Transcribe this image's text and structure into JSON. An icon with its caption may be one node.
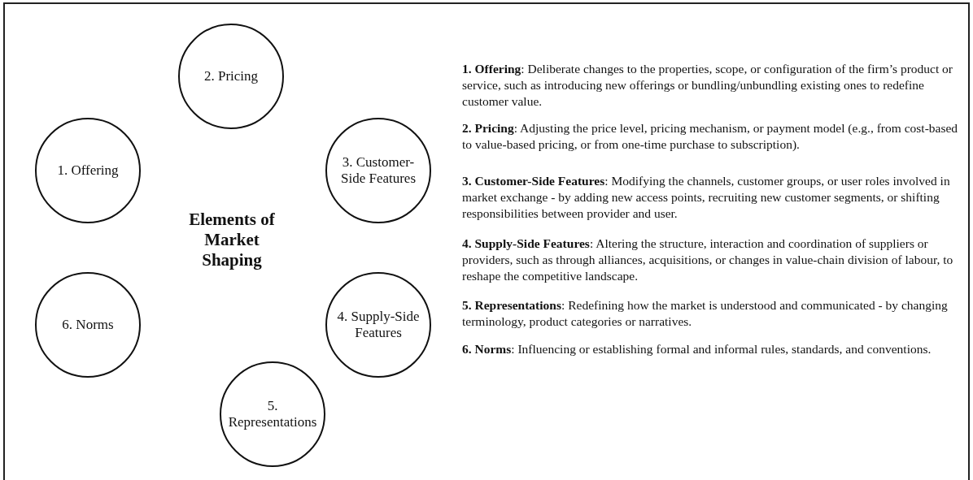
{
  "diagram": {
    "nodes": [
      {
        "text": [
          "1. Offering"
        ]
      },
      {
        "text": [
          "2. Pricing"
        ]
      },
      {
        "text": [
          "3. Customer-Side Features"
        ]
      },
      {
        "text": [
          "4. Supply-Side Features"
        ]
      },
      {
        "text": [
          "5. Representations"
        ]
      },
      {
        "text": [
          "6. Norms"
        ]
      }
    ],
    "edges": [],
    "labels": [
      "Elements of Market Shaping",
      "**1. Offering**: Deliberate changes to the properties, scope, or configuration of the firm’s product or service, such as introducing new offerings or bundling/unbundling existing ones to redefine customer value.",
      "**2. Pricing**: Adjusting the price level, pricing mechanism, or payment model (e.g., from cost-based to value-based pricing, or from one-time purchase to subscription).",
      "**3. Customer-Side Features**: Modifying the channels, customer groups, or user roles involved in market exchange - by adding new access points, recruiting new customer segments, or shifting responsibilities between provider and user.",
      "**4. Supply-Side Features**: Altering the structure, interaction and coordination of suppliers or providers, such as through alliances, acquisitions, or changes in value-chain division of labour, to reshape the competitive landscape.",
      "**5. Representations**: Redefining how the market is understood and communicated - by changing terminology, product categories or narratives.",
      "**6. Norms**: Influencing or establishing formal and informal rules, standards, and conventions."
    ]
  }
}
